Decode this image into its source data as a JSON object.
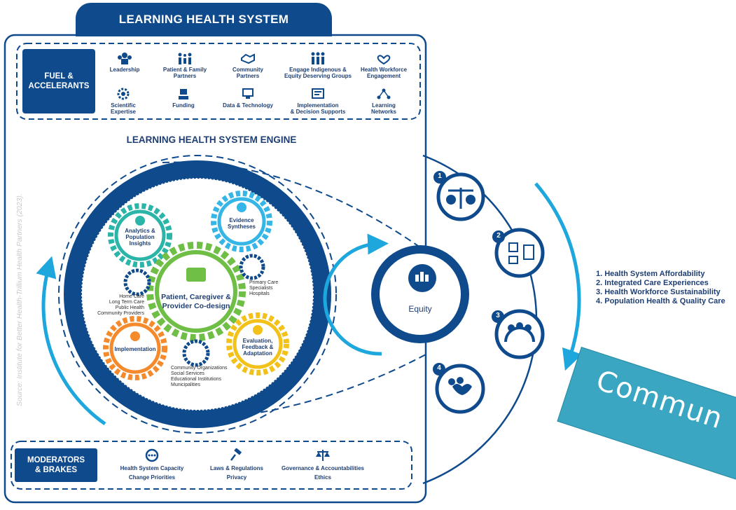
{
  "title": "LEARNING HEALTH SYSTEM",
  "fuel": {
    "label_line1": "FUEL &",
    "label_line2": "ACCELERANTS",
    "items": [
      {
        "icon": "leadership-icon",
        "line1": "Leadership",
        "line2": ""
      },
      {
        "icon": "family-icon",
        "line1": "Patient & Family",
        "line2": "Partners"
      },
      {
        "icon": "handshake-icon",
        "line1": "Community",
        "line2": "Partners"
      },
      {
        "icon": "people-group-icon",
        "line1": "Engage Indigenous &",
        "line2": "Equity Deserving Groups"
      },
      {
        "icon": "heart-hand-icon",
        "line1": "Health Workforce",
        "line2": "Engagement"
      },
      {
        "icon": "gear-brain-icon",
        "line1": "Scientific",
        "line2": "Expertise"
      },
      {
        "icon": "funding-icon",
        "line1": "Funding",
        "line2": ""
      },
      {
        "icon": "computer-icon",
        "line1": "Data & Technology",
        "line2": ""
      },
      {
        "icon": "decision-board-icon",
        "line1": "Implementation",
        "line2": "& Decision Supports"
      },
      {
        "icon": "network-icon",
        "line1": "Learning",
        "line2": "Networks"
      }
    ]
  },
  "engine": {
    "title": "LEARNING HEALTH SYSTEM ENGINE",
    "center_line1": "Patient, Caregiver &",
    "center_line2": "Provider Co-design",
    "gears": {
      "analytics": {
        "line1": "Analytics &",
        "line2": "Population",
        "line3": "Insights",
        "color": "#2bb4a8"
      },
      "evidence": {
        "line1": "Evidence",
        "line2": "Syntheses",
        "color": "#35b6e6"
      },
      "implementation": {
        "line1": "Implementation",
        "color": "#f58a2c"
      },
      "evaluation": {
        "line1": "Evaluation,",
        "line2": "Feedback &",
        "line3": "Adaptation",
        "color": "#f2c21b"
      },
      "center_color": "#6fbe45"
    },
    "care_left": [
      "Home Care",
      "Long Term Care",
      "Public Health",
      "Community Providers"
    ],
    "care_right": [
      "Primary Care",
      "Specialists",
      "Hospitals"
    ],
    "care_bottom": [
      "Community Organizations",
      "Social Services",
      "Educational Institutions",
      "Municipalities"
    ]
  },
  "equity": {
    "label": "Equity"
  },
  "outcome_numbers": [
    "1",
    "2",
    "3",
    "4"
  ],
  "outcomes": [
    "1.  Health System Affordability",
    "2.  Integrated Care Experiences",
    "3.  Health Workforce Sustainability",
    "4.  Population Health & Quality Care"
  ],
  "source": "Source: Institute for Better Health-Trillium Health Partners (2023).",
  "moderators": {
    "label_line1": "MODERATORS",
    "label_line2": "& BRAKES",
    "items": [
      {
        "icon": "capacity-icon",
        "line1": "Health System Capacity",
        "line2": "Change Priorities"
      },
      {
        "icon": "gavel-icon",
        "line1": "Laws & Regulations",
        "line2": "Privacy"
      },
      {
        "icon": "scales-icon",
        "line1": "Governance & Accountabilities",
        "line2": "Ethics"
      }
    ]
  },
  "community_banner": "Commun",
  "colors": {
    "navy": "#0e4a8c",
    "text": "#1f3f73",
    "arrow": "#1ea7dc",
    "banner": "#3aa6c2"
  }
}
